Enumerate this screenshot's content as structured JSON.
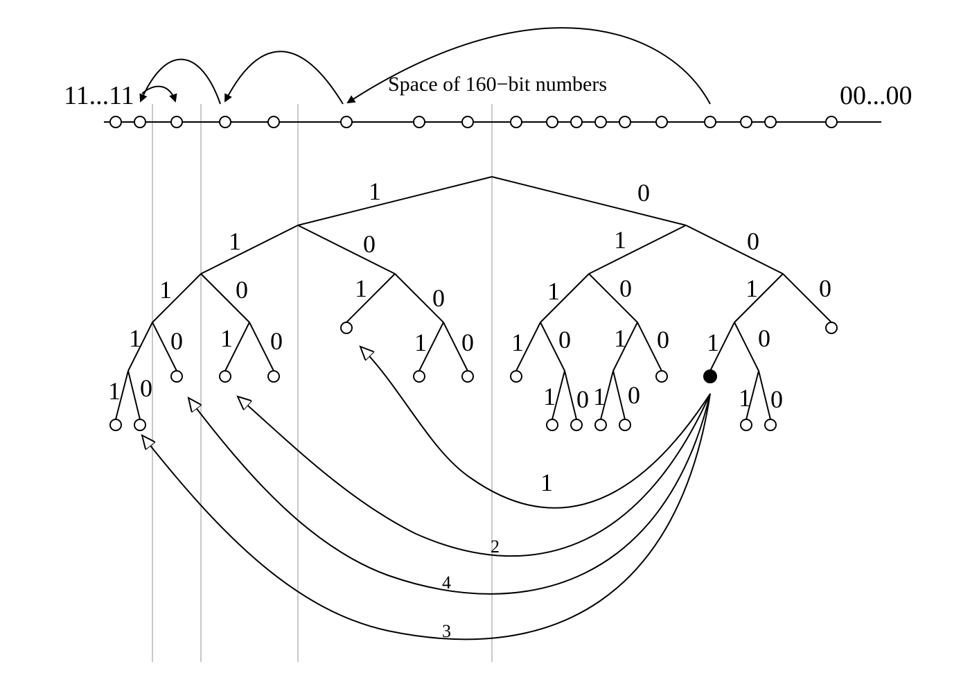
{
  "number_line": {
    "left_label": "11...11",
    "right_label": "00...00",
    "caption": "Space of 160−bit numbers"
  },
  "tree_bits": {
    "root_1": "1",
    "root_0": "0",
    "l1_1": "1",
    "l1_0": "0",
    "r1_1": "1",
    "r1_0": "0",
    "a_1": "1",
    "a_0": "0",
    "b_1": "1",
    "b_0": "0",
    "c_1": "1",
    "c_0": "0",
    "d_1": "1",
    "d_0": "0",
    "aa_1": "1",
    "aa_0": "0",
    "ab_1": "1",
    "ab_0": "0",
    "ca_1": "1",
    "ca_0": "0",
    "cb_1": "1",
    "cb_0": "0",
    "da_1": "1",
    "da_0": "0",
    "aaa_1": "1",
    "aaa_0": "0",
    "cab_1": "1",
    "cab_0": "0",
    "cba_1": "1",
    "cba_0": "0",
    "dab_1": "1",
    "dab_0": "0"
  },
  "lookup_steps": [
    "1",
    "2",
    "4",
    "3"
  ]
}
